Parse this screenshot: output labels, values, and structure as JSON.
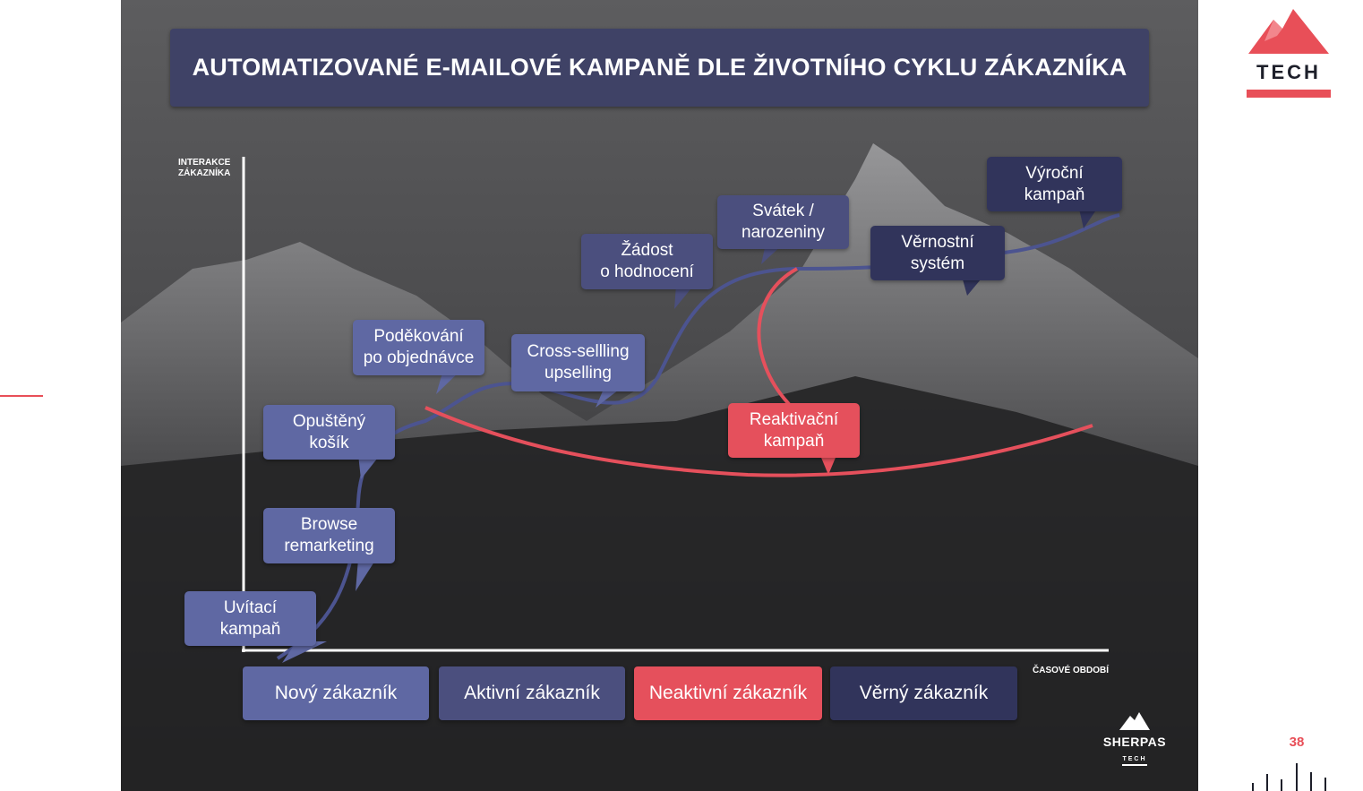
{
  "title": "AUTOMATIZOVANÉ E-MAILOVÉ KAMPANĚ DLE ŽIVOTNÍHO CYKLU ZÁKAZNÍKA",
  "axes": {
    "y_label_line1": "INTERAKCE",
    "y_label_line2": "ZÁKAZNÍKA",
    "x_label": "ČASOVÉ OBDOBÍ"
  },
  "campaigns": {
    "uvitaci": "Uvítací\nkampaň",
    "browse": "Browse\nremarketing",
    "opusteny": "Opuštěný\nkošík",
    "podekovani": "Poděkování\npo objednávce",
    "cross": "Cross-sellling\nupselling",
    "zadost": "Žádost\no hodnocení",
    "svatek": "Svátek /\nnarozeniny",
    "vernostni": "Věrnostní\nsystém",
    "vyrocni": "Výroční\nkampaň",
    "reaktivacni": "Reaktivační\nkampaň"
  },
  "stages": [
    "Nový zákazník",
    "Aktivní zákazník",
    "Neaktivní zákazník",
    "Věrný zákazník"
  ],
  "footer": {
    "brand": "SHERPAS",
    "brand_sub": "TECH",
    "page_number": "38"
  },
  "logo": {
    "text": "TECH"
  },
  "colors": {
    "title_bg": "#3f4266",
    "light_blue": "#5f68a3",
    "mid_blue": "#4b4f7e",
    "dark_blue": "#31345b",
    "red": "#e5505c",
    "brand_red": "#e84f58"
  }
}
